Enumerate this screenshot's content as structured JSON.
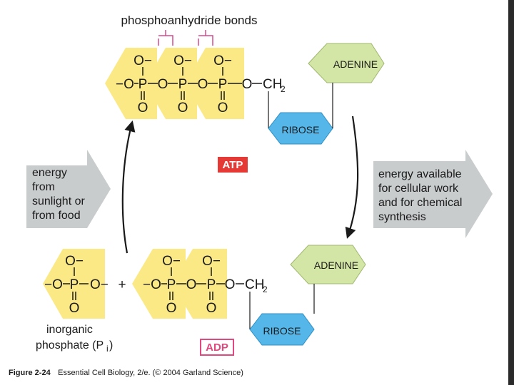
{
  "bond_label": "phosphoanhydride bonds",
  "molecules": {
    "atp_label": "ATP",
    "adp_label": "ADP",
    "adenine": "ADENINE",
    "ribose": "RIBOSE",
    "ch2": "CH",
    "ch2_sub": "2",
    "o": "O",
    "p": "P",
    "o_minus": "O−",
    "neg_o": "−O",
    "plus": "+",
    "pi_label_line1": "inorganic",
    "pi_label_line2": "phosphate (P",
    "pi_sub": "i",
    "pi_close": ")"
  },
  "left_arrow": {
    "lines": [
      "energy",
      "from",
      "sunlight or",
      "from food"
    ]
  },
  "right_arrow": {
    "lines": [
      "energy available",
      "for cellular work",
      "and for chemical",
      "synthesis"
    ]
  },
  "caption": {
    "fig": "Figure 2-24",
    "rest": "Essential Cell Biology, 2/e. (© 2004 Garland Science)"
  },
  "colors": {
    "phosphate_fill": "#fbe986",
    "adenine_fill": "#d3e6a5",
    "ribose_fill": "#55b7e9",
    "big_arrow": "#c9cccd",
    "atp_label_bg": "#e53935",
    "adp_label_border": "#e0497f",
    "bond_bracket": "#d44a8f"
  }
}
